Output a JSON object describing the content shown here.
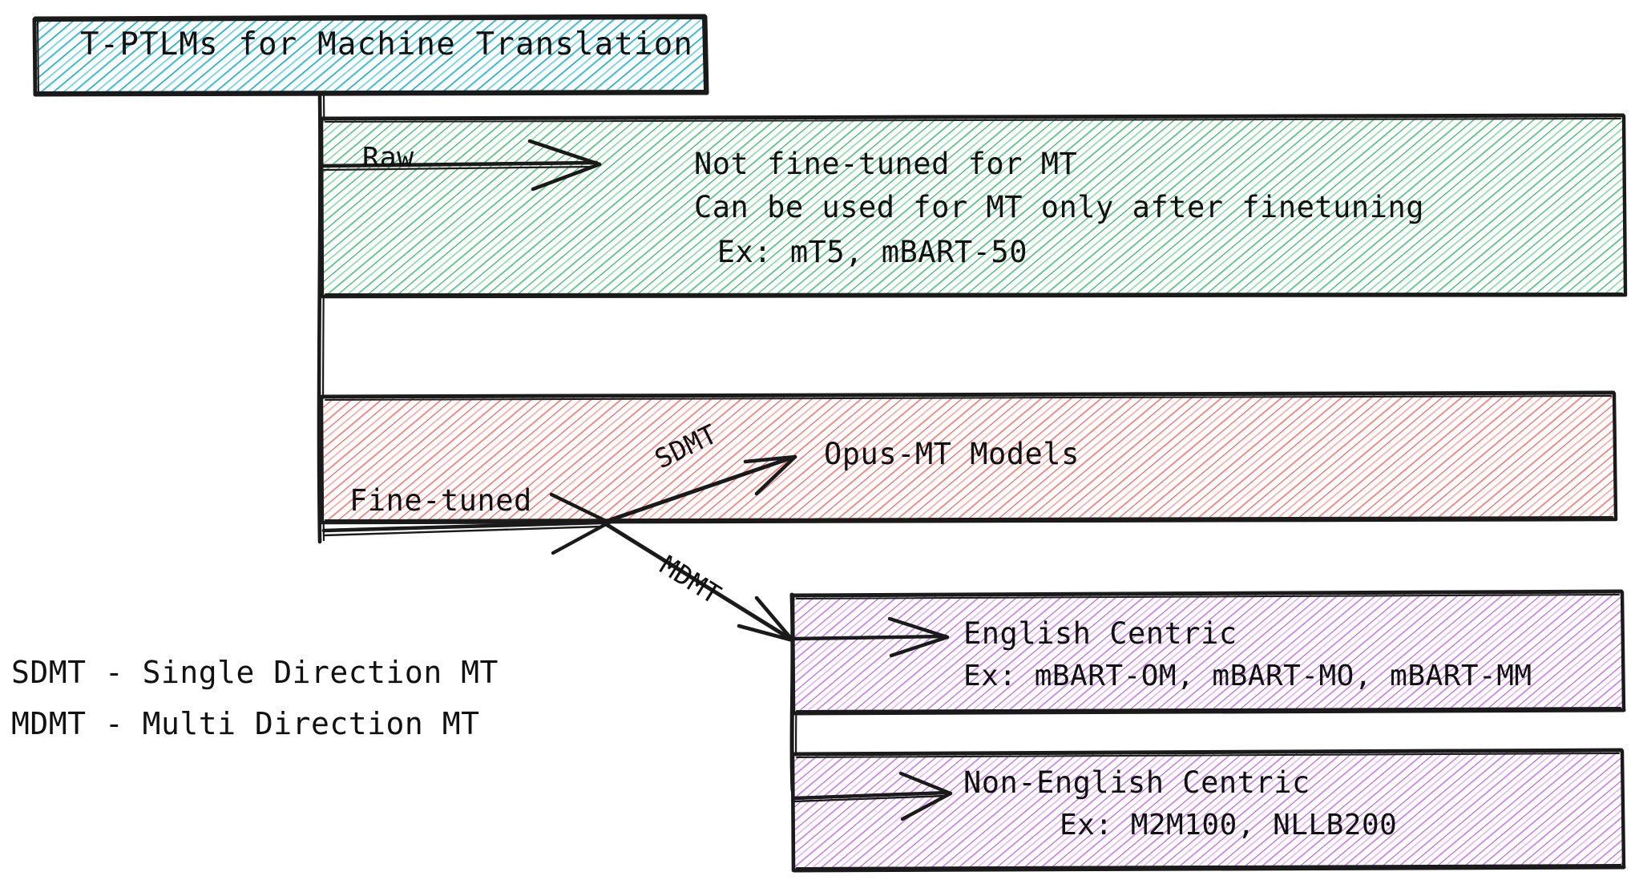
{
  "diagram": {
    "title_box": {
      "label": "T-PTLMs for Machine Translation",
      "fill": "#7fd3e0",
      "hatch": "#17a8bf",
      "stroke": "#1a1a1a"
    },
    "branches": [
      {
        "name": "raw",
        "edge_label": "Raw",
        "fill": "#8fd8a8",
        "hatch": "#2ea95e",
        "stroke": "#1a1a1a",
        "lines": [
          "Not fine-tuned for MT",
          "Can be used for MT only after finetuning",
          " Ex: mT5, mBART-50"
        ]
      },
      {
        "name": "fine-tuned",
        "edge_label": "Fine-tuned",
        "fill": "#f4a7a3",
        "hatch": "#e8564f",
        "stroke": "#1a1a1a",
        "lines": [
          "Opus-MT Models"
        ],
        "sub_edge_labels": [
          "SDMT",
          "MDMT"
        ]
      },
      {
        "name": "english-centric",
        "fill": "#d9a8e8",
        "hatch": "#b14fd8",
        "stroke": "#1a1a1a",
        "lines": [
          "English Centric",
          "Ex: mBART-OM, mBART-MO, mBART-MM"
        ]
      },
      {
        "name": "non-english-centric",
        "fill": "#d9a8e8",
        "hatch": "#b14fd8",
        "stroke": "#1a1a1a",
        "lines": [
          "Non-English Centric",
          "Ex: M2M100, NLLB200"
        ]
      }
    ],
    "legend": [
      "SDMT - Single Direction MT",
      "MDMT - Multi Direction MT"
    ]
  }
}
